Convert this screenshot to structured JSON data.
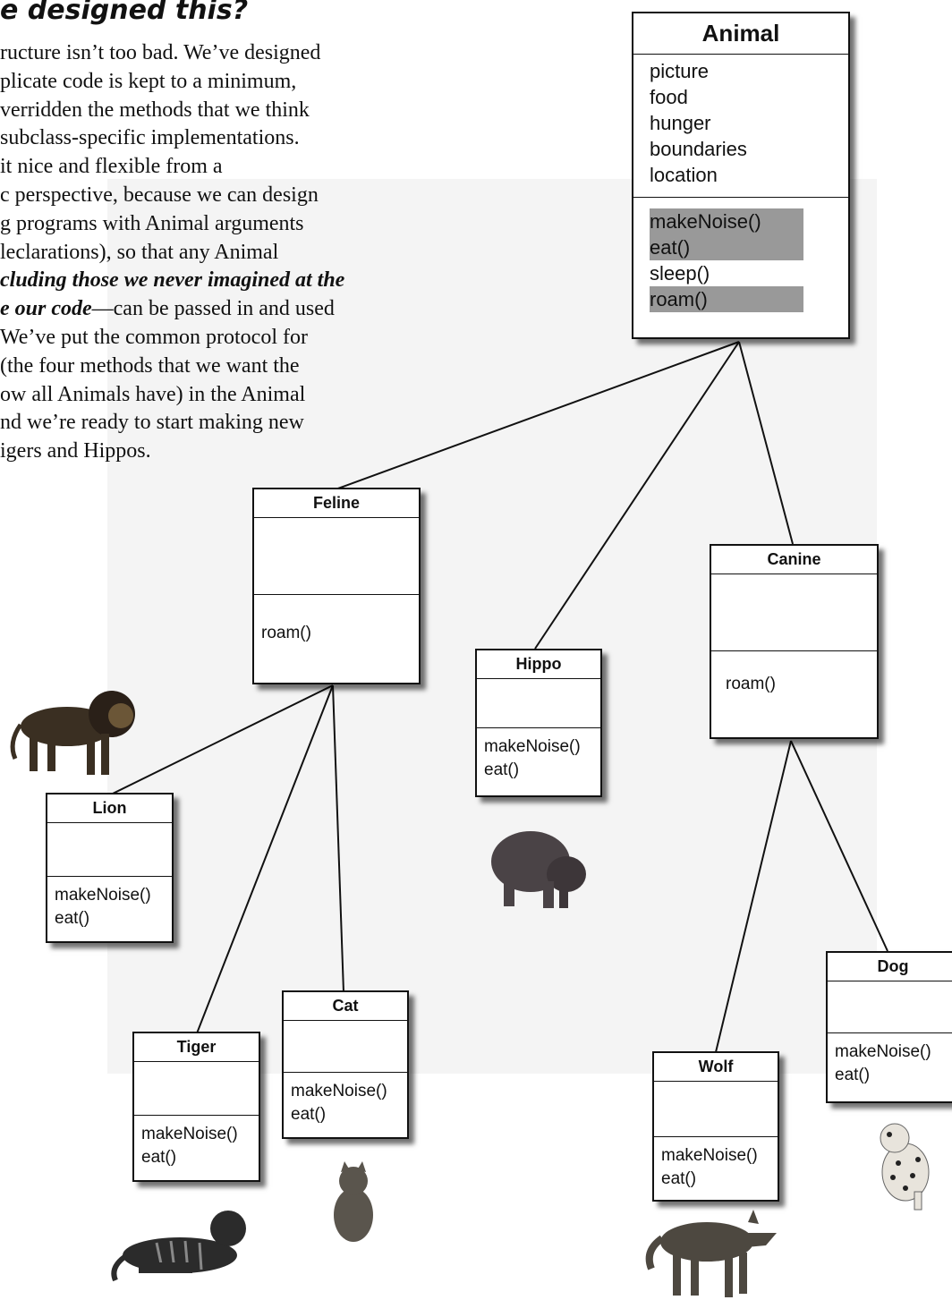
{
  "heading": "e designed this?",
  "intro_lines": [
    "ructure isn’t too bad. We’ve designed",
    "plicate code is kept to a minimum,",
    "verridden the methods that we think",
    " subclass-specific implementations.",
    " it nice and flexible from a",
    "c perspective, because we can design",
    "g programs with Animal arguments",
    "leclarations), so that any Animal",
    "cluding those we never imagined at the",
    "e our code",
    "—can be passed in and used",
    "We’ve put the common protocol for",
    "(the four methods that we want the",
    "ow all Animals have) in the Animal",
    "nd we’re ready to start making new",
    "igers and Hippos."
  ],
  "classes": {
    "animal": {
      "name": "Animal",
      "attributes": [
        "picture",
        "food",
        "hunger",
        "boundaries",
        "location"
      ],
      "methods": [
        "makeNoise()",
        "eat()",
        "sleep()",
        "roam()"
      ]
    },
    "feline": {
      "name": "Feline",
      "methods": [
        "roam()"
      ]
    },
    "canine": {
      "name": "Canine",
      "methods": [
        "roam()"
      ]
    },
    "hippo": {
      "name": "Hippo",
      "methods": [
        "makeNoise()",
        "eat()"
      ]
    },
    "lion": {
      "name": "Lion",
      "methods": [
        "makeNoise()",
        "eat()"
      ]
    },
    "tiger": {
      "name": "Tiger",
      "methods": [
        "makeNoise()",
        "eat()"
      ]
    },
    "cat": {
      "name": "Cat",
      "methods": [
        "makeNoise()",
        "eat()"
      ]
    },
    "wolf": {
      "name": "Wolf",
      "methods": [
        "makeNoise()",
        "eat()"
      ]
    },
    "dog": {
      "name": "Dog",
      "methods": [
        "makeNoise()",
        "eat()"
      ]
    }
  },
  "highlighted_methods_note": "makeNoise(), eat(), roam() shaded in Animal",
  "colors": {
    "highlight": "#999999",
    "line": "#111111"
  }
}
